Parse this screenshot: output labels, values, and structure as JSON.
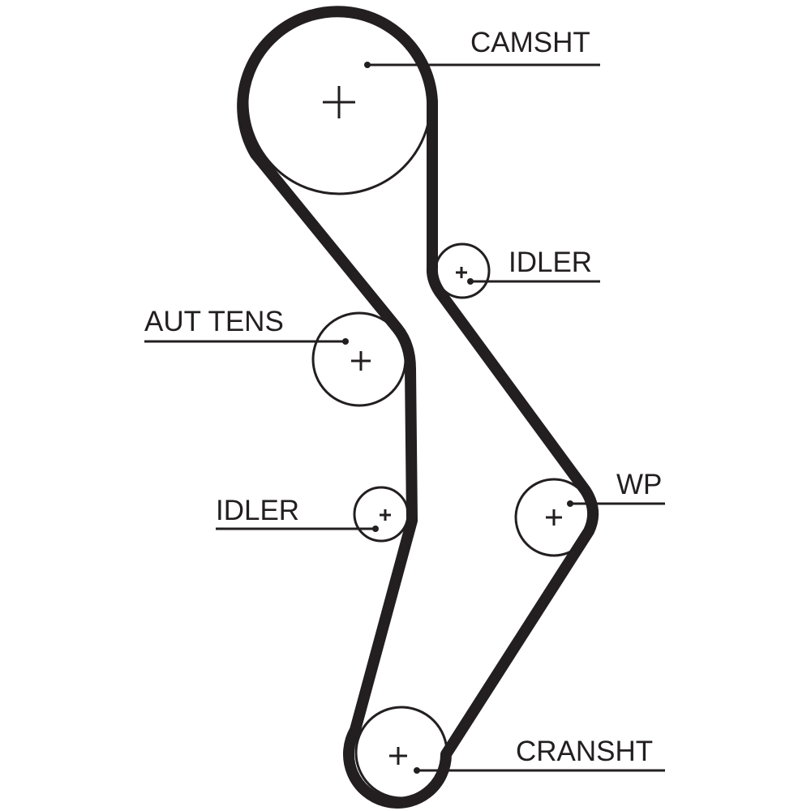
{
  "diagram": {
    "belt_color": "#231f20",
    "labels": {
      "camshaft": "CAMSHT",
      "idler_top": "IDLER",
      "tensioner": "AUT TENS",
      "idler_bottom": "IDLER",
      "water_pump": "WP",
      "crankshaft": "CRANSHT"
    }
  }
}
